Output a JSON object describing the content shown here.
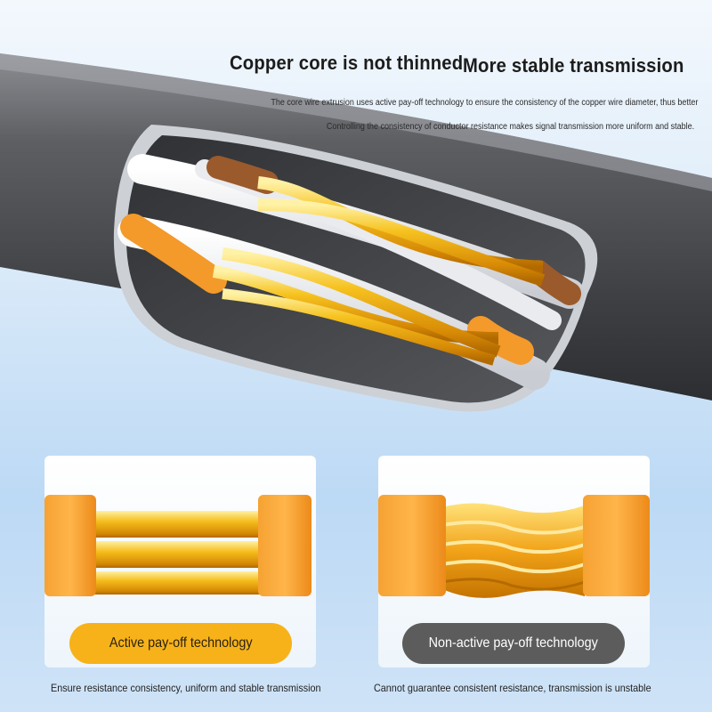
{
  "headline": {
    "left": "Copper core is not thinned",
    "right": "More stable transmission"
  },
  "subtext": {
    "line1": "The core wire extrusion uses active pay-off technology to ensure the consistency of the copper wire diameter, thus better",
    "line2": "Controlling the consistency of conductor resistance makes signal transmission more uniform and stable."
  },
  "comparison": {
    "active": {
      "label": "Active pay-off technology",
      "caption": "Ensure resistance consistency, uniform and stable transmission",
      "pill_color": "#f7b21a"
    },
    "non_active": {
      "label": "Non-active pay-off technology",
      "caption": "Cannot guarantee consistent resistance, transmission is unstable",
      "pill_color": "#5c5c5c"
    }
  },
  "colors": {
    "cable_jacket": "#4b4d51",
    "copper": "#f2b31c",
    "orange_insulation": "#f39a2a",
    "brown_insulation": "#9a5a2c"
  }
}
